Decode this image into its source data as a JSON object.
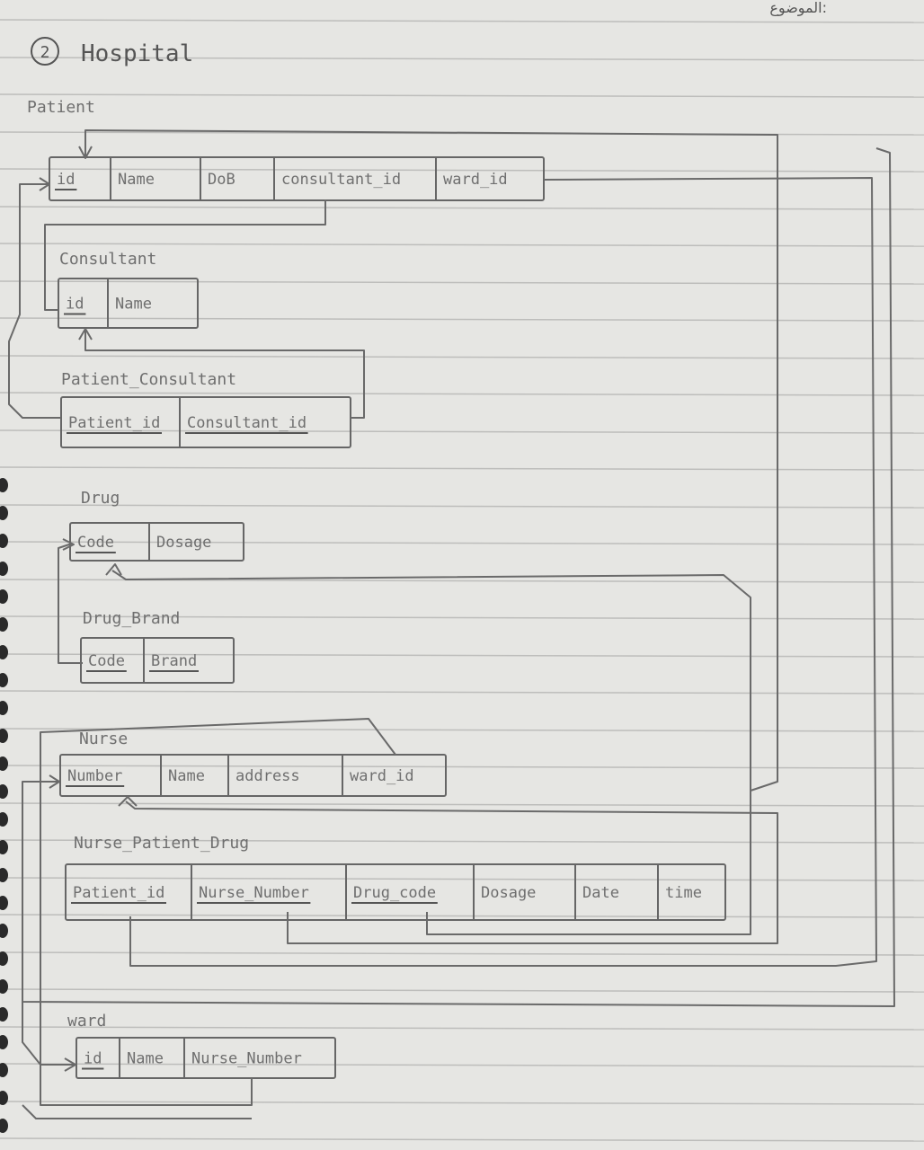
{
  "page_header": "الموضوع:",
  "heading": {
    "number": "2",
    "title": "Hospital"
  },
  "tables": [
    {
      "name": "Patient",
      "columns": [
        {
          "label": "id",
          "key": true
        },
        {
          "label": "Name",
          "key": false
        },
        {
          "label": "DoB",
          "key": false
        },
        {
          "label": "consultant_id",
          "key": false
        },
        {
          "label": "ward_id",
          "key": false
        }
      ]
    },
    {
      "name": "Consultant",
      "columns": [
        {
          "label": "id",
          "key": true
        },
        {
          "label": "Name",
          "key": false
        }
      ]
    },
    {
      "name": "Patient_Consultant",
      "columns": [
        {
          "label": "Patient_id",
          "key": true
        },
        {
          "label": "Consultant_id",
          "key": true
        }
      ]
    },
    {
      "name": "Drug",
      "columns": [
        {
          "label": "Code",
          "key": true
        },
        {
          "label": "Dosage",
          "key": false
        }
      ]
    },
    {
      "name": "Drug_Brand",
      "columns": [
        {
          "label": "Code",
          "key": true
        },
        {
          "label": "Brand",
          "key": true
        }
      ]
    },
    {
      "name": "Nurse",
      "columns": [
        {
          "label": "Number",
          "key": true
        },
        {
          "label": "Name",
          "key": false
        },
        {
          "label": "address",
          "key": false
        },
        {
          "label": "ward_id",
          "key": false
        }
      ]
    },
    {
      "name": "Nurse_Patient_Drug",
      "columns": [
        {
          "label": "Patient_id",
          "key": true
        },
        {
          "label": "Nurse_Number",
          "key": true
        },
        {
          "label": "Drug_code",
          "key": true
        },
        {
          "label": "Dosage",
          "key": false
        },
        {
          "label": "Date",
          "key": false
        },
        {
          "label": "time",
          "key": false
        }
      ]
    },
    {
      "name": "ward",
      "columns": [
        {
          "label": "id",
          "key": true
        },
        {
          "label": "Name",
          "key": false
        },
        {
          "label": "Nurse_Number",
          "key": false
        }
      ]
    }
  ]
}
